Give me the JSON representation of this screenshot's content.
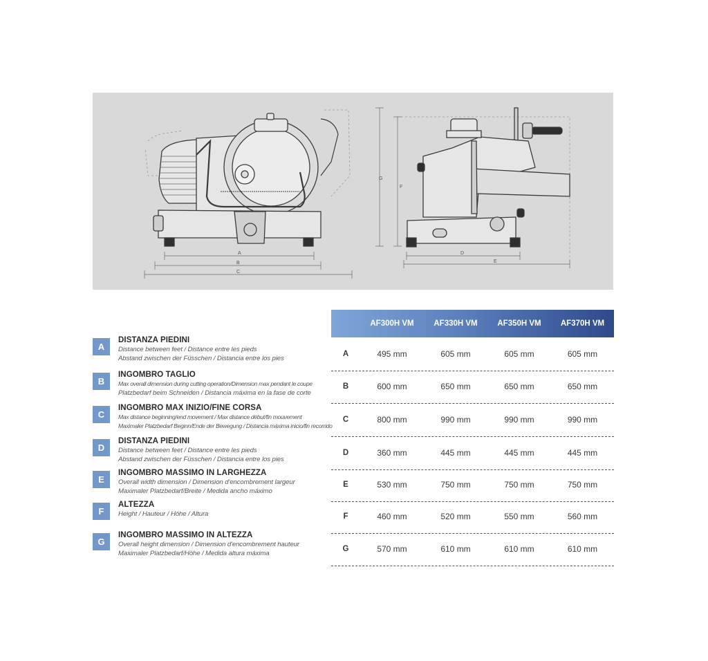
{
  "drawing": {
    "front_dimension_labels": [
      "A",
      "B",
      "C"
    ],
    "side_dimension_labels": [
      "D",
      "E",
      "F",
      "G"
    ]
  },
  "legend": [
    {
      "key": "A",
      "title": "DISTANZA PIEDINI",
      "line1": "Distance between feet / Distance entre les pieds",
      "line2": "Abstand zwischen der Füsschen / Distancia entre los pies"
    },
    {
      "key": "B",
      "title": "INGOMBRO TAGLIO",
      "line1": "Max overall dimension during cutting operation/Dimension max pendant le coupe",
      "line2": "Platzbedarf beim Schneiden / Distancia máxima en la fase de corte"
    },
    {
      "key": "C",
      "title": "INGOMBRO MAX INIZIO/FINE CORSA",
      "line1": "Max distance beginning/end movement / Max distance début/fin mouvement",
      "line2": "Maximaler Platzbedarf Beginn/Ende der Bewegung / Distancia máxima inicio/fin recorrido"
    },
    {
      "key": "D",
      "title": "DISTANZA PIEDINI",
      "line1": "Distance between feet / Distance entre les pieds",
      "line2": "Abstand zwischen der Füsschen / Distancia entre los pies"
    },
    {
      "key": "E",
      "title": "INGOMBRO MASSIMO IN LARGHEZZA",
      "line1": "Overall width dimension / Dimension d'encombrement largeur",
      "line2": "Maximaler Platzbedarf/Breite / Medida ancho máximo"
    },
    {
      "key": "F",
      "title": "ALTEZZA",
      "line1": "Height / Hauteur / Höhe / Altura",
      "line2": ""
    },
    {
      "key": "G",
      "title": "INGOMBRO MASSIMO IN ALTEZZA",
      "line1": "Overall height dimension / Dimension d'encombrement hauteur",
      "line2": "Maximaler Platzbedarf/Höhe / Medida altura máxima"
    }
  ],
  "table": {
    "headers": [
      "",
      "AF300H VM",
      "AF330H VM",
      "AF350H VM",
      "AF370H VM"
    ],
    "rows": [
      [
        "A",
        "495 mm",
        "605 mm",
        "605 mm",
        "605 mm"
      ],
      [
        "B",
        "600 mm",
        "650 mm",
        "650 mm",
        "650 mm"
      ],
      [
        "C",
        "800 mm",
        "990 mm",
        "990 mm",
        "990 mm"
      ],
      [
        "D",
        "360 mm",
        "445 mm",
        "445 mm",
        "445 mm"
      ],
      [
        "E",
        "530 mm",
        "750 mm",
        "750 mm",
        "750 mm"
      ],
      [
        "F",
        "460 mm",
        "520 mm",
        "550 mm",
        "560 mm"
      ],
      [
        "G",
        "570 mm",
        "610 mm",
        "610 mm",
        "610 mm"
      ]
    ]
  },
  "colors": {
    "badge": "#7397c8",
    "header_gradient_start": "#7ea6d8",
    "header_gradient_end": "#2f4a8c",
    "panel_bg": "#d9d9d9"
  }
}
